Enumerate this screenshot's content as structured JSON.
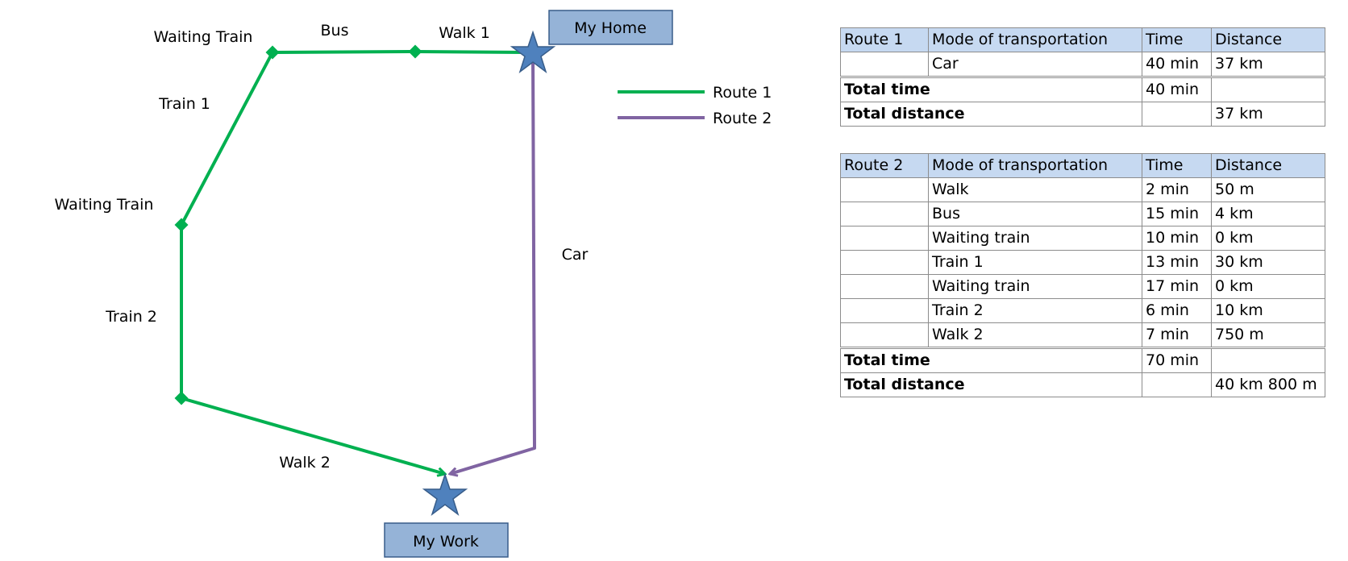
{
  "colors": {
    "route1": "#00b050",
    "route2": "#8064a2",
    "box_fill": "#95b3d7",
    "box_border": "#385d8a",
    "star_fill": "#4f81bd",
    "header_fill": "#c6d9f1"
  },
  "diagram": {
    "home_label": "My Home",
    "work_label": "My Work",
    "segments": {
      "walk1": "Walk 1",
      "bus": "Bus",
      "waiting_train_top": "Waiting Train",
      "train1": "Train 1",
      "waiting_train_mid": "Waiting Train",
      "train2": "Train 2",
      "walk2": "Walk 2",
      "car": "Car"
    },
    "legend": [
      {
        "label": "Route 1",
        "color": "#00b050"
      },
      {
        "label": "Route 2",
        "color": "#8064a2"
      }
    ]
  },
  "tables": {
    "route1": {
      "headers": [
        "Route 1",
        "Mode of transportation",
        "Time",
        "Distance"
      ],
      "rows": [
        [
          "",
          "Car",
          "40 min",
          "37 km"
        ]
      ],
      "total_time_label": "Total time",
      "total_time": "40 min",
      "total_distance_label": "Total distance",
      "total_distance": "37 km"
    },
    "route2": {
      "headers": [
        "Route 2",
        "Mode of transportation",
        "Time",
        "Distance"
      ],
      "rows": [
        [
          "",
          "Walk",
          "2 min",
          "50 m"
        ],
        [
          "",
          "Bus",
          "15 min",
          "4 km"
        ],
        [
          "",
          "Waiting train",
          "10 min",
          "0 km"
        ],
        [
          "",
          "Train 1",
          "13 min",
          "30 km"
        ],
        [
          "",
          "Waiting train",
          "17 min",
          "0 km"
        ],
        [
          "",
          "Train 2",
          "6 min",
          "10 km"
        ],
        [
          "",
          "Walk 2",
          "7 min",
          "750 m"
        ]
      ],
      "total_time_label": "Total time",
      "total_time": "70 min",
      "total_distance_label": "Total distance",
      "total_distance": "40 km 800 m"
    }
  }
}
